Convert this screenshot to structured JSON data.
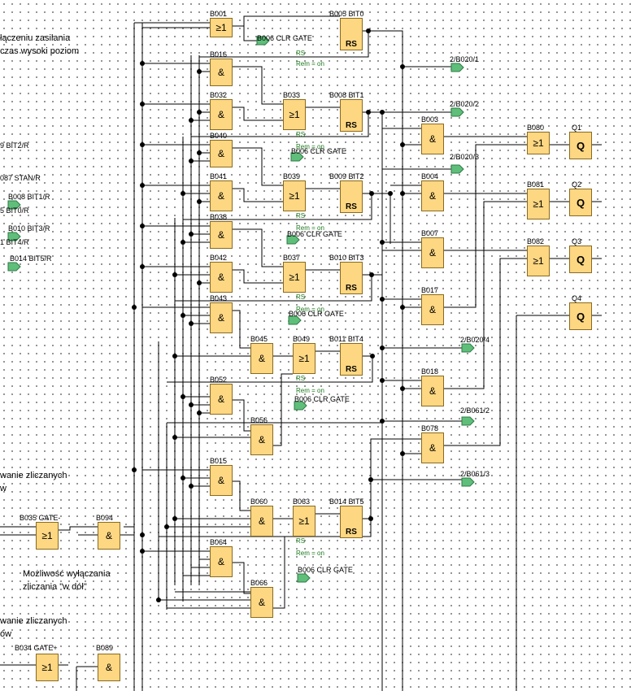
{
  "blocks": {
    "B001": {
      "label": "B001",
      "sym": "≥1"
    },
    "B016": {
      "label": "B016",
      "sym": "&"
    },
    "B032": {
      "label": "B032",
      "sym": "&"
    },
    "B040": {
      "label": "B040",
      "sym": "&"
    },
    "B041": {
      "label": "B041",
      "sym": "&"
    },
    "B038": {
      "label": "B038",
      "sym": "&"
    },
    "B042": {
      "label": "B042",
      "sym": "&"
    },
    "B043": {
      "label": "B043",
      "sym": "&"
    },
    "B052": {
      "label": "B052",
      "sym": "&"
    },
    "B015": {
      "label": "B015",
      "sym": "&"
    },
    "B064": {
      "label": "B064",
      "sym": "&"
    },
    "B033": {
      "label": "B033",
      "sym": "≥1"
    },
    "B039": {
      "label": "B039",
      "sym": "≥1"
    },
    "B037": {
      "label": "B037",
      "sym": "≥1"
    },
    "B045": {
      "label": "B045",
      "sym": "&"
    },
    "B049": {
      "label": "B049",
      "sym": "≥1"
    },
    "B056": {
      "label": "B056",
      "sym": "&"
    },
    "B060": {
      "label": "B060",
      "sym": "&"
    },
    "B063": {
      "label": "B063",
      "sym": "≥1"
    },
    "B066": {
      "label": "B066",
      "sym": "&"
    },
    "B005": {
      "label": "B005 BIT0",
      "sym": "RS"
    },
    "B008": {
      "label": "B008 BIT1",
      "sym": "RS"
    },
    "B009": {
      "label": "B009 BIT2",
      "sym": "RS"
    },
    "B010": {
      "label": "B010 BIT3",
      "sym": "RS"
    },
    "B011": {
      "label": "B011 BIT4",
      "sym": "RS"
    },
    "B014": {
      "label": "B014 BIT5",
      "sym": "RS"
    },
    "B003": {
      "label": "B003",
      "sym": "&"
    },
    "B004": {
      "label": "B004",
      "sym": "&"
    },
    "B007": {
      "label": "B007",
      "sym": "&"
    },
    "B017": {
      "label": "B017",
      "sym": "&"
    },
    "B018": {
      "label": "B018",
      "sym": "&"
    },
    "B078": {
      "label": "B078",
      "sym": "&"
    },
    "B080": {
      "label": "B080",
      "sym": "≥1"
    },
    "B081": {
      "label": "B081",
      "sym": "≥1"
    },
    "B082": {
      "label": "B082",
      "sym": "≥1"
    },
    "Q1": {
      "label": "Q1",
      "sym": "Q"
    },
    "Q2": {
      "label": "Q2",
      "sym": "Q"
    },
    "Q3": {
      "label": "Q3",
      "sym": "Q"
    },
    "Q4": {
      "label": "Q4",
      "sym": "Q"
    },
    "B035": {
      "label": "B035 GATE-",
      "sym": "≥1"
    },
    "B094": {
      "label": "B094",
      "sym": "&"
    },
    "B034": {
      "label": "B034 GATE+",
      "sym": "≥1"
    },
    "B089": {
      "label": "B089",
      "sym": "&"
    }
  },
  "flags": {
    "f006a": "B006 CLR GATE",
    "f006b": "B006 CLR GATE",
    "f006c": "B006 CLR GATE",
    "f006d": "B006 CLR GATE",
    "f006e": "B006 CLR GATE",
    "f006f": "B006 CLR GATE",
    "o1": "2/B020/1",
    "o2": "2/B020/2",
    "o3": "2/B020/3",
    "o4": "2/B020/4",
    "o5": "2/B061/2",
    "o6": "2/B061/3",
    "l1": "B008 BIT1/R",
    "l2": "B010 BIT3/R",
    "l3": "B014 BIT5/R"
  },
  "rs_text": {
    "rs": "RS",
    "rem": "Rem = on"
  },
  "side_text": {
    "t1": "łączeniu zasilania",
    "t2": "czas wysoki poziom",
    "t3": "9 BIT2/R",
    "t4": "087 STAN/R",
    "t5": "5 BIT0/R",
    "t6": "1 BIT4/R",
    "t7": "wanie zliczanych",
    "t8": "w",
    "t9": "Możliwość wyłączania",
    "t10": "zliczania \"w dół\"",
    "t11": "wanie zliczanych",
    "t12": "ów"
  },
  "colors": {
    "block": "#fdd782",
    "flag": "#5fbf7a",
    "rem": "#1c7a1c",
    "wire": "#000000"
  }
}
